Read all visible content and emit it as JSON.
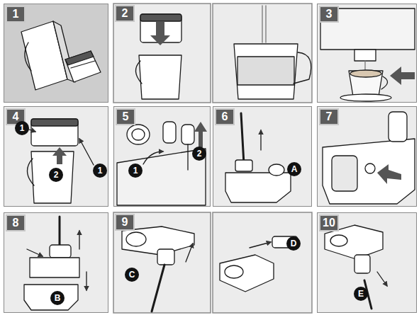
{
  "diagram": {
    "nodes": [
      {
        "text": [
          "1"
        ]
      },
      {
        "text": [
          "2"
        ]
      },
      {
        "text": [
          "3"
        ]
      },
      {
        "text": [
          "4"
        ]
      },
      {
        "text": [
          "1"
        ],
        "in": 3
      },
      {
        "text": [
          "2"
        ],
        "in": 3
      },
      {
        "text": [
          "1"
        ],
        "in": 3
      },
      {
        "text": [
          "5"
        ]
      },
      {
        "text": [
          "1"
        ],
        "in": 7
      },
      {
        "text": [
          "2"
        ],
        "in": 7
      },
      {
        "text": [
          "6"
        ]
      },
      {
        "text": [
          "A"
        ],
        "in": 10
      },
      {
        "text": [
          "7"
        ]
      },
      {
        "text": [
          "8"
        ]
      },
      {
        "text": [
          "B"
        ],
        "in": 13
      },
      {
        "text": [
          "9"
        ]
      },
      {
        "text": [
          "C"
        ],
        "in": 15
      },
      {
        "text": [
          "D"
        ],
        "in": 15
      },
      {
        "text": [
          "10"
        ]
      },
      {
        "text": [
          "E"
        ],
        "in": 18
      }
    ]
  }
}
